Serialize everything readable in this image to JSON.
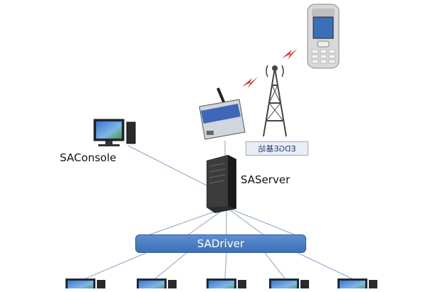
{
  "diagram": {
    "nodes": {
      "console": {
        "label": "SAConsole"
      },
      "server": {
        "label": "SAServer"
      },
      "driver": {
        "label": "SADriver"
      },
      "base_station": {
        "label": "EDGE基站"
      }
    },
    "client_count": 5,
    "colors": {
      "driver_bar": "#4a7cc4",
      "connection_line": "#8aa2c8",
      "signal": "#d9352b"
    }
  }
}
